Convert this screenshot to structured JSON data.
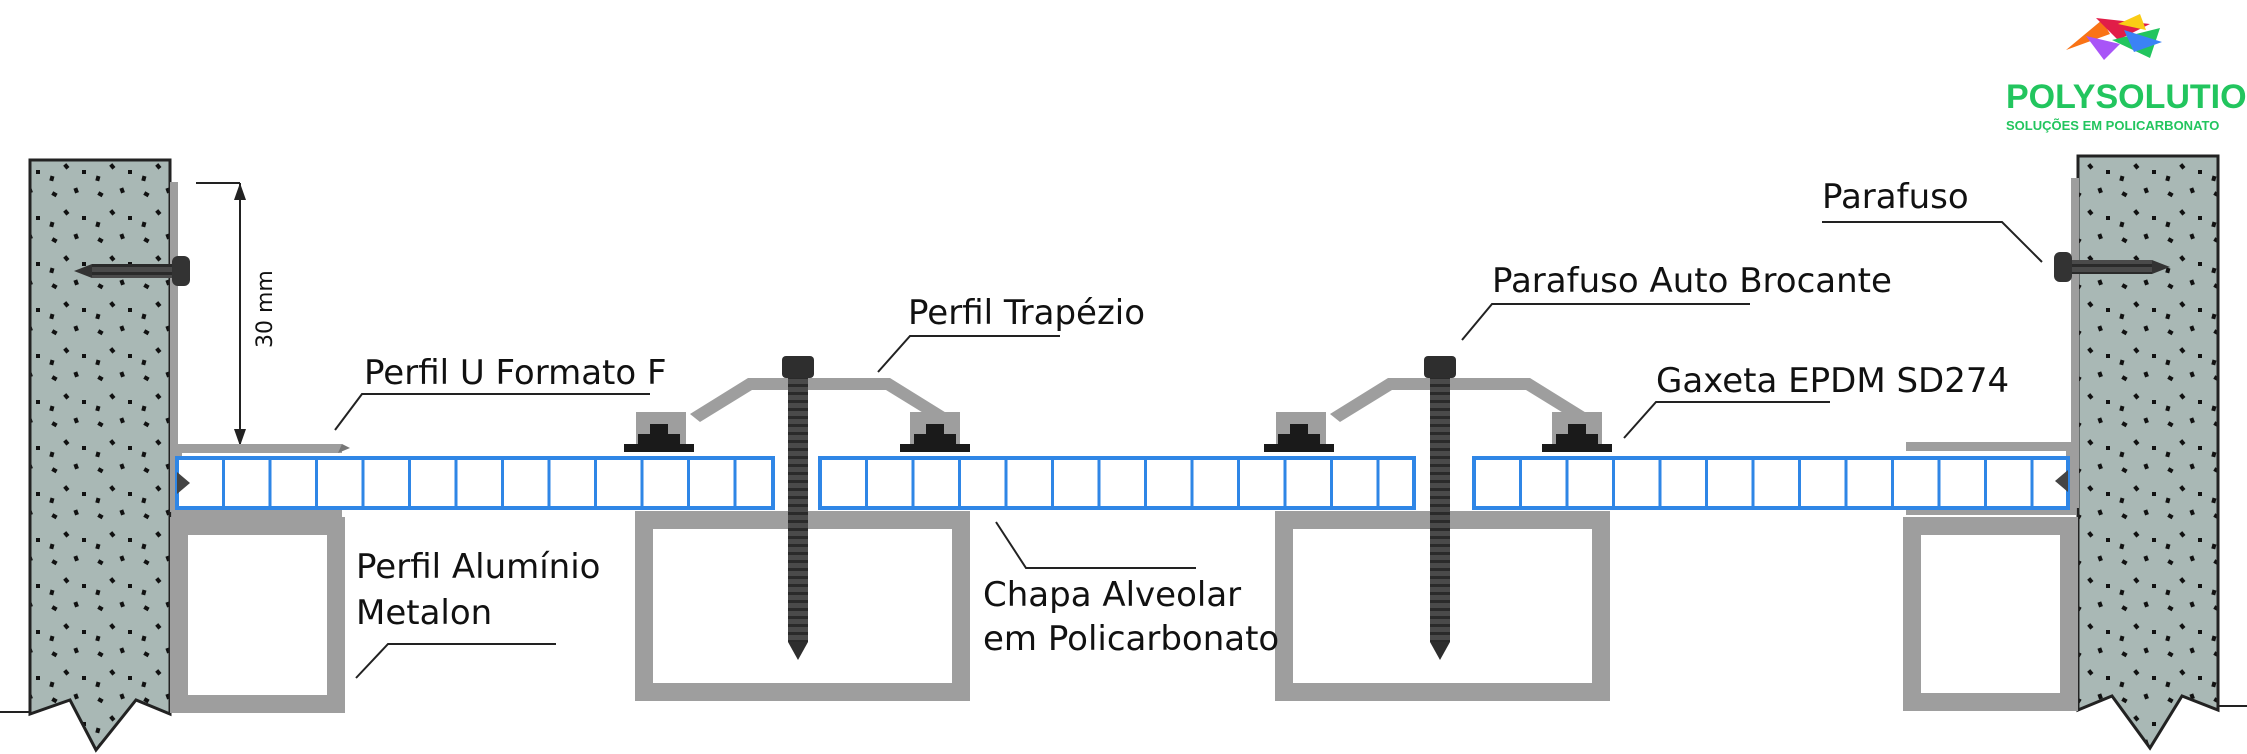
{
  "logo": {
    "name": "POLYSOLUTION",
    "tagline": "SOLUÇÕES EM POLICARBONATO"
  },
  "labels": {
    "dimension": "30 mm",
    "perfil_u": "Perfil U Formato F",
    "perfil_aluminio_1": "Perfil Alumínio",
    "perfil_aluminio_2": "Metalon",
    "perfil_trapezio": "Perfil Trapézio",
    "chapa_1": "Chapa Alveolar",
    "chapa_2": "em Policarbonato",
    "parafuso_auto": "Parafuso Auto Brocante",
    "gaxeta": "Gaxeta  EPDM SD274",
    "parafuso": "Parafuso"
  },
  "colors": {
    "wall": "#a9b8b5",
    "metal": "#9e9e9e",
    "sheet": "#2f86e6",
    "gasket": "#1a1a1a",
    "logo_text": "#22c55e"
  }
}
